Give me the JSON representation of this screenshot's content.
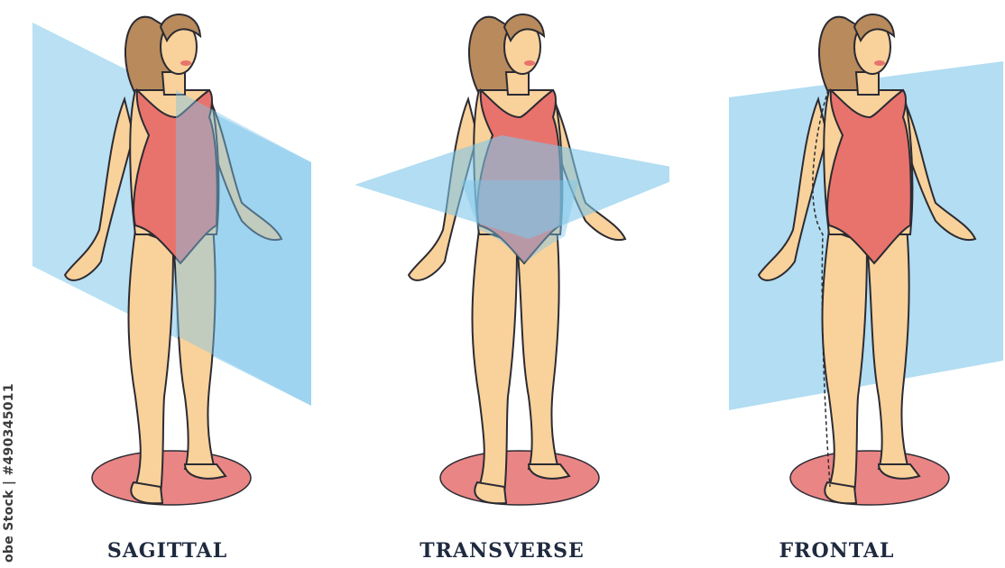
{
  "planes": [
    {
      "label": "SAGITTAL"
    },
    {
      "label": "TRANSVERSE"
    },
    {
      "label": "FRONTAL"
    }
  ],
  "watermark": "obe Stock | #490345011",
  "colors": {
    "skin": "#f9d19a",
    "skin_shadow": "#f0b872",
    "swimsuit": "#e8736c",
    "hair": "#b88a5c",
    "plane": "#7fc6ea",
    "floor_disc": "#e98585",
    "outline": "#2b2b33",
    "label": "#1f2a3f"
  }
}
